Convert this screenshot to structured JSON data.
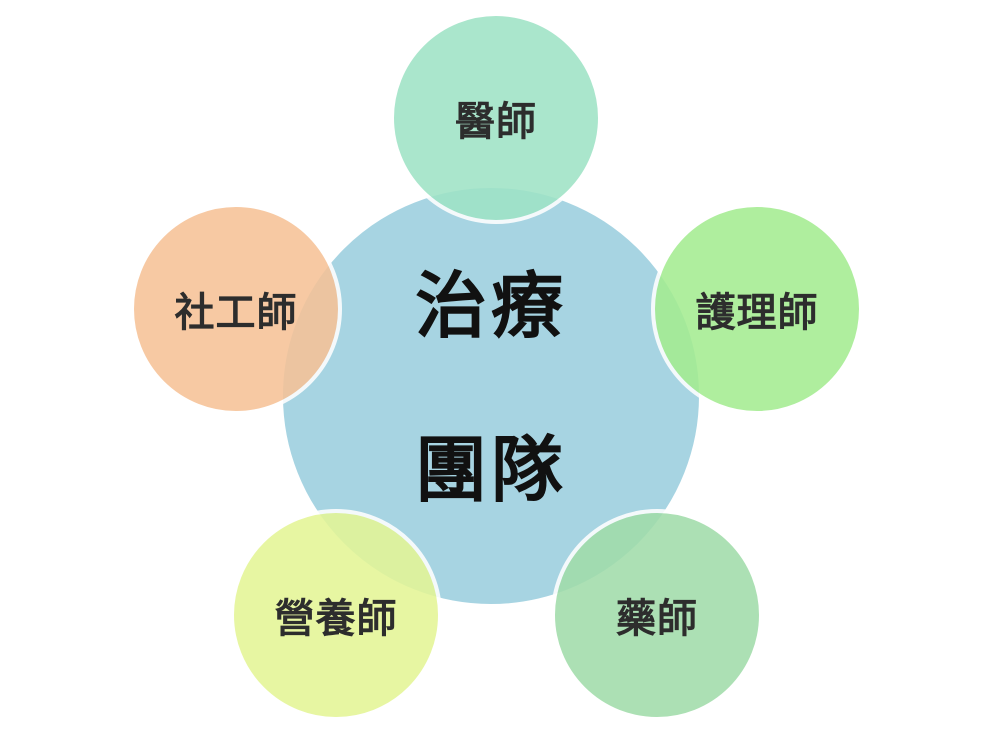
{
  "diagram": {
    "center": {
      "line1": "治療",
      "line2": "團隊",
      "color": "#a7d4e2"
    },
    "nodes": [
      {
        "label": "醫師",
        "color": "#9fe3c6"
      },
      {
        "label": "護理師",
        "color": "#a4ec91"
      },
      {
        "label": "藥師",
        "color": "#a1dcaa"
      },
      {
        "label": "營養師",
        "color": "#e4f596"
      },
      {
        "label": "社工師",
        "color": "#f6c297"
      }
    ]
  }
}
